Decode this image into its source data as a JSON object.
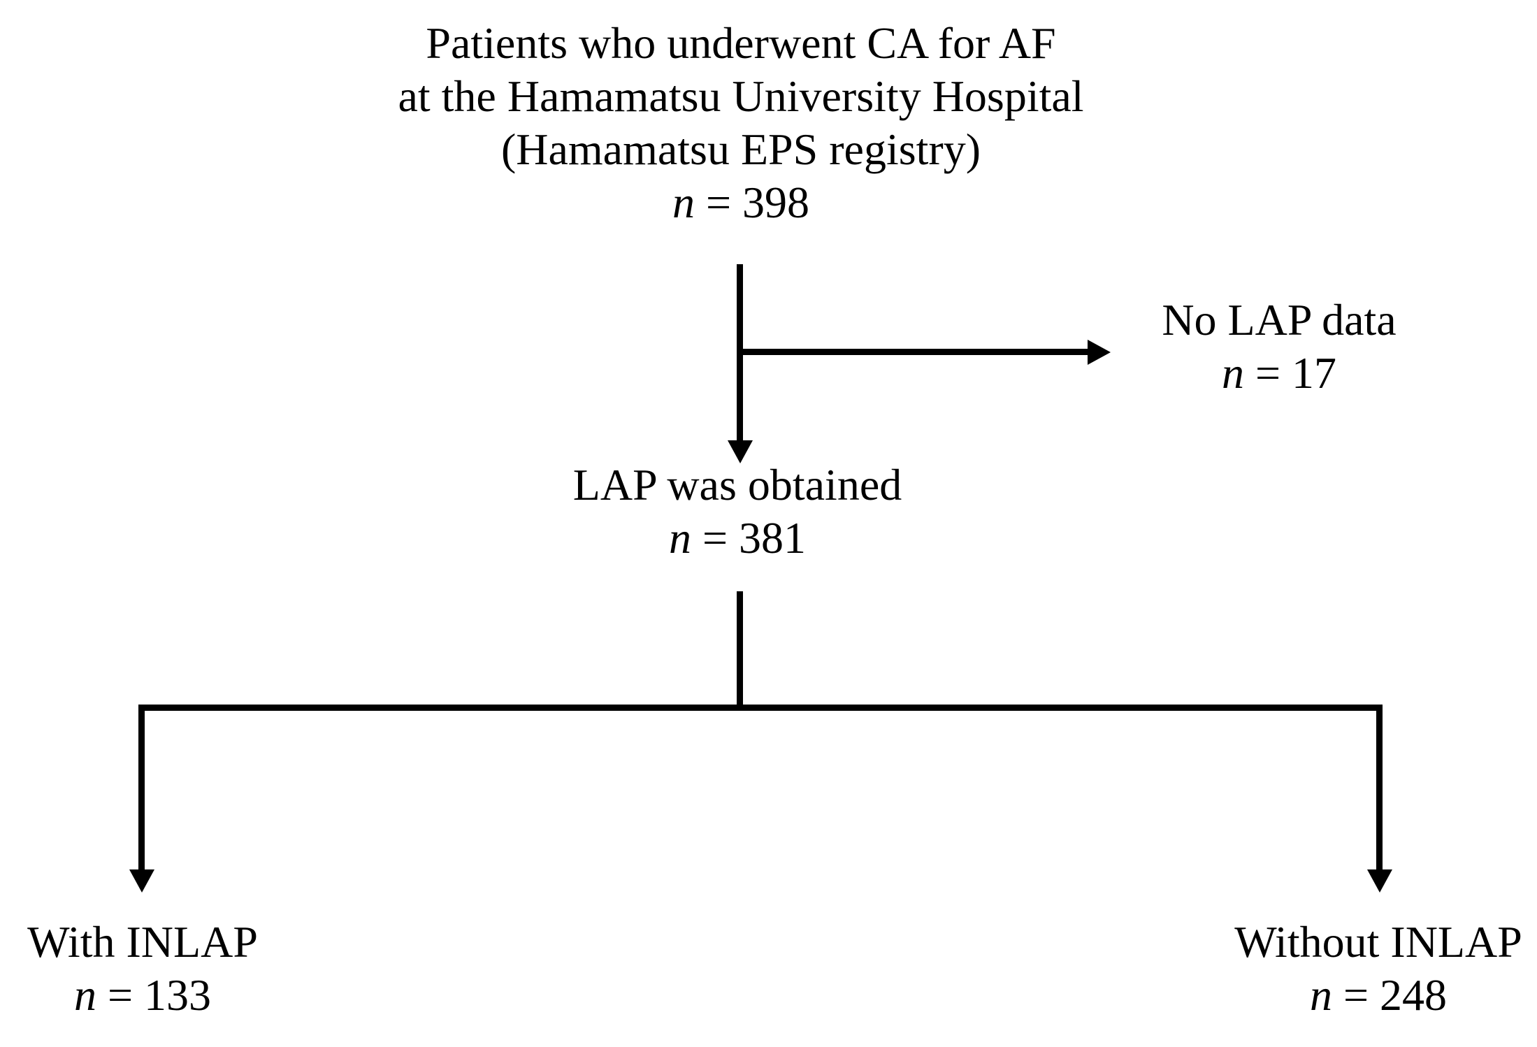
{
  "figure": {
    "type": "patient-flow-diagram",
    "colors": {
      "ink": "#000000",
      "background": "#ffffff"
    },
    "nodes": {
      "source": {
        "line1": "Patients who underwent CA for AF",
        "line2": "at the Hamamatsu University Hospital",
        "line3": "(Hamamatsu EPS registry)",
        "n_var": "n",
        "n_rest": " = 398"
      },
      "excluded": {
        "line1": "No LAP data",
        "n_var": "n",
        "n_rest": " = 17"
      },
      "obtained": {
        "line1": "LAP was obtained",
        "n_var": "n",
        "n_rest": " = 381"
      },
      "with_inlap": {
        "line1": "With INLAP",
        "n_var": "n",
        "n_rest": " = 133"
      },
      "without_inlap": {
        "line1": "Without INLAP",
        "n_var": "n",
        "n_rest": " = 248"
      }
    },
    "edges": [
      "source -> obtained",
      "source -> excluded",
      "obtained -> with_inlap",
      "obtained -> without_inlap"
    ]
  }
}
